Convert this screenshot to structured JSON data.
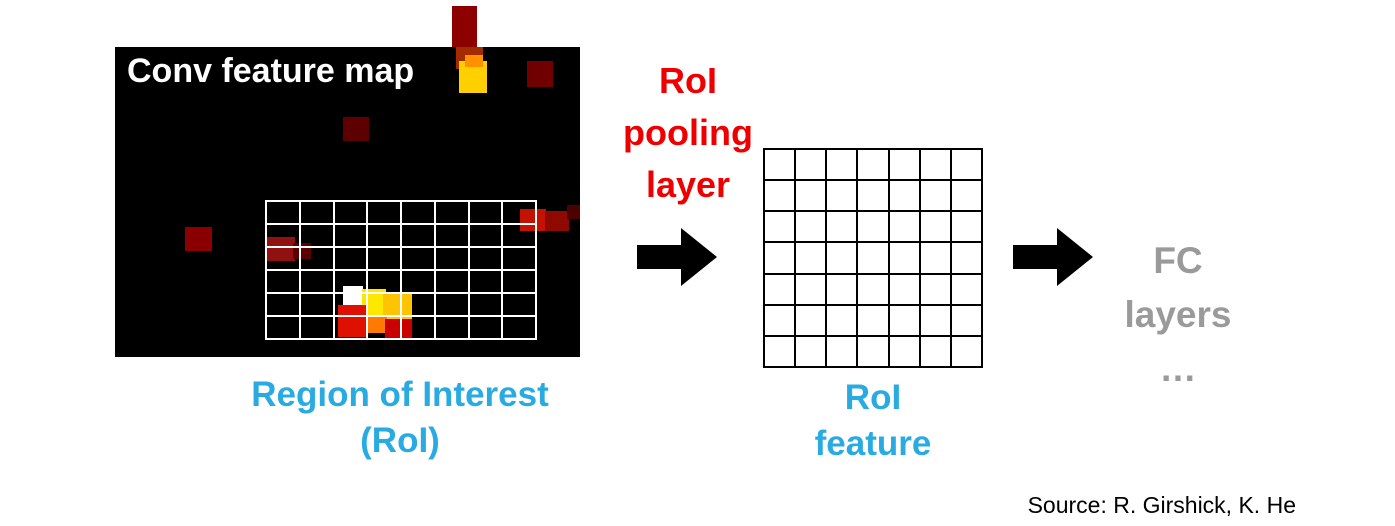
{
  "feature_map": {
    "title": "Conv feature map",
    "caption_lines": [
      "Region of Interest",
      "(RoI)"
    ],
    "roi_grid": {
      "rows": 6,
      "cols": 8
    }
  },
  "pooling_layer": {
    "label_lines": [
      "RoI",
      "pooling",
      "layer"
    ]
  },
  "roi_feature": {
    "grid": {
      "rows": 7,
      "cols": 7
    },
    "caption_lines": [
      "RoI",
      "feature"
    ]
  },
  "fc_layers": {
    "label": "FC layers",
    "ellipsis": "…"
  },
  "source_credit": "Source: R. Girshick, K. He",
  "colors": {
    "caption_blue": "#29abe2",
    "pooling_red": "#ee0000",
    "fc_gray": "#9a9a9a"
  }
}
